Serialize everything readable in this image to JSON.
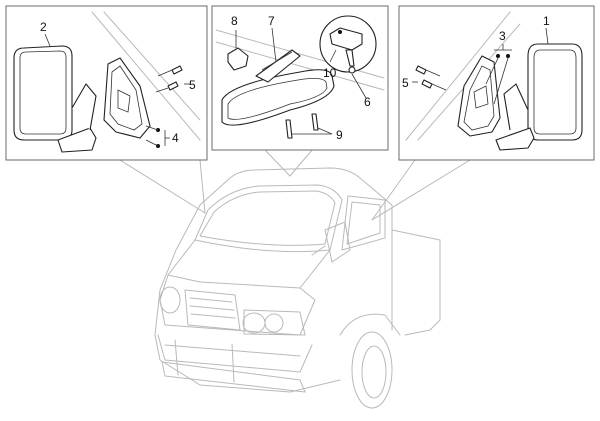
{
  "callouts": {
    "c1": "1",
    "c2": "2",
    "c3": "3",
    "c4": "4",
    "c5_left": "5",
    "c5_right": "5",
    "c6": "6",
    "c7": "7",
    "c8": "8",
    "c9": "9",
    "c10": "10"
  },
  "colors": {
    "line": "#222222",
    "ghost_line": "#b9b9b9",
    "panel_border": "#6b6b6b"
  }
}
